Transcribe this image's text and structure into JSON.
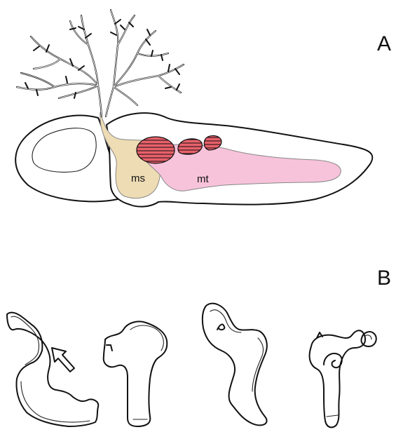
{
  "panels": {
    "a": {
      "letter": "A"
    },
    "b": {
      "letter": "B"
    }
  },
  "labels": {
    "ms": "ms",
    "mt": "mt"
  },
  "colors": {
    "ms_region": "#eedcb4",
    "mt_region": "#f7c3da",
    "hatched_lobes": "#e8606a",
    "outline": "#111111"
  }
}
